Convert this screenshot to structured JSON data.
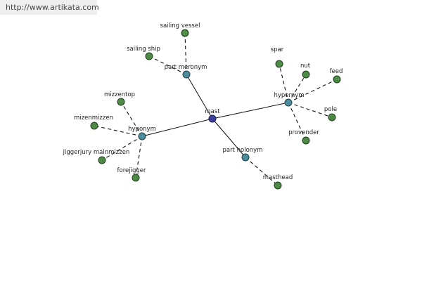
{
  "watermark": {
    "url_text": "http://www.artikata.com"
  },
  "graph": {
    "center": {
      "label": "mast"
    },
    "relations": {
      "part_meronym": {
        "label": "part meronym"
      },
      "hypernym": {
        "label": "hypernym"
      },
      "hyponym": {
        "label": "hyponym"
      },
      "part_holonym": {
        "label": "part holonym"
      }
    },
    "leaves": {
      "sailing_vessel": {
        "label": "sailing vessel"
      },
      "sailing_ship": {
        "label": "sailing ship"
      },
      "spar": {
        "label": "spar"
      },
      "nut": {
        "label": "nut"
      },
      "feed": {
        "label": "feed"
      },
      "pole": {
        "label": "pole"
      },
      "provender": {
        "label": "provender"
      },
      "mizzentop": {
        "label": "mizzentop"
      },
      "mizenmizzen": {
        "label": "mizenmizzen"
      },
      "jiggerjury_mainmizzen": {
        "label": "jiggerjury mainmizzen"
      },
      "forejigger": {
        "label": "forejigger"
      },
      "masthead": {
        "label": "masthead"
      }
    }
  },
  "colors": {
    "center_node": "#3c3f9a",
    "relation_node": "#4e8e9c",
    "leaf_node": "#4e8a46",
    "edge": "#111111"
  }
}
